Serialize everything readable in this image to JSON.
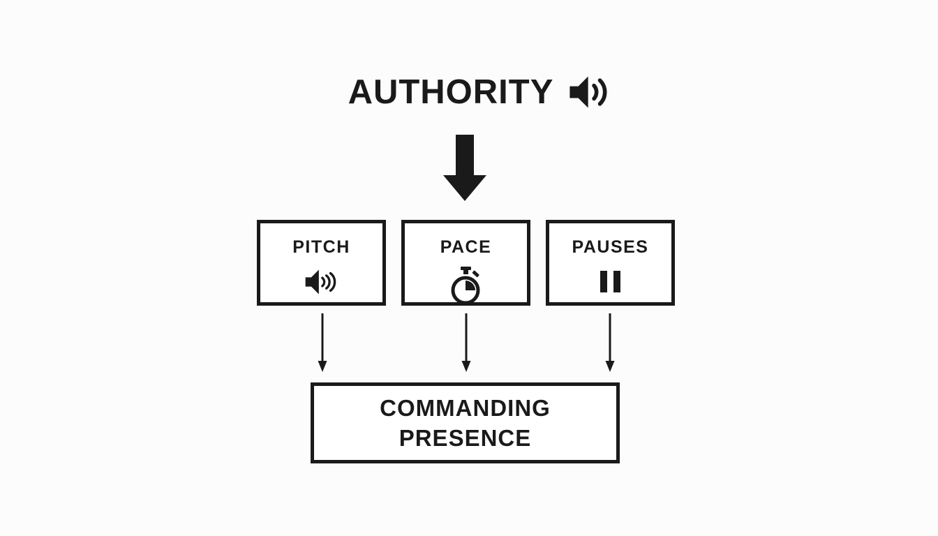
{
  "colors": {
    "ink": "#1a1a1a",
    "background": "#fcfcfc"
  },
  "diagram": {
    "title": {
      "text": "AUTHORITY",
      "icon": "speaker-volume-icon"
    },
    "flow": {
      "main_connector": "down-arrow-icon",
      "branch_connector": "down-arrow-thin"
    },
    "factor_boxes": [
      {
        "label": "PITCH",
        "icon": "speaker-volume-icon"
      },
      {
        "label": "PACE",
        "icon": "stopwatch-icon"
      },
      {
        "label": "PAUSES",
        "icon": "pause-icon"
      }
    ],
    "result_box": {
      "text": "COMMANDING PRESENCE"
    }
  }
}
